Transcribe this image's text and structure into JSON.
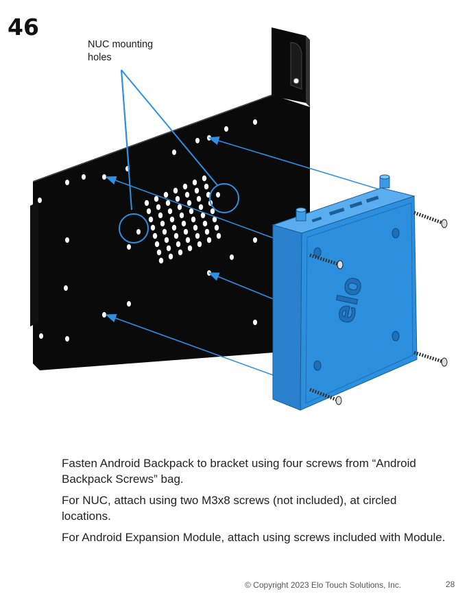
{
  "step": {
    "number": "46"
  },
  "callout": {
    "line1": "NUC mounting",
    "line2": "holes"
  },
  "device": {
    "logo": "elo",
    "color": "#2b8fde",
    "bracket_color": "#0a0a0a",
    "arrow_color": "#2f8fe0"
  },
  "instructions": [
    {
      "text": "Fasten Android Backpack to bracket using four screws from “Android Backpack Screws” bag."
    },
    {
      "text": "For NUC, attach using two M3x8 screws (not included), at circled locations."
    },
    {
      "text": "For Android Expansion Module, attach using screws included with Module."
    }
  ],
  "footer": {
    "copyright": "© Copyright 2023 Elo Touch Solutions, Inc.",
    "page_number": "28"
  }
}
